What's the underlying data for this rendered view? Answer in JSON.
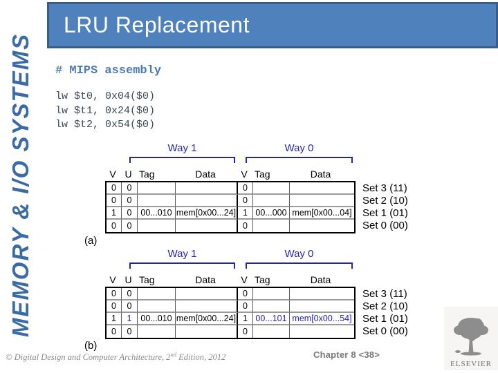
{
  "sidebar": {
    "vertical_text": "MEMORY & I/O SYSTEMS"
  },
  "header": {
    "title": "LRU Replacement"
  },
  "code": {
    "comment": "# MIPS assembly",
    "lines": [
      "lw $t0, 0x04($0)",
      "lw $t1, 0x24($0)",
      "lw $t2, 0x54($0)"
    ]
  },
  "diagrams": [
    {
      "label": "(a)",
      "way_labels": [
        "Way 1",
        "Way 0"
      ],
      "column_headers": [
        "V",
        "U",
        "Tag",
        "Data",
        "V",
        "Tag",
        "Data"
      ],
      "rows": [
        {
          "set_label": "Set 3 (11)",
          "cells": [
            "0",
            "0",
            "",
            "",
            "0",
            "",
            ""
          ]
        },
        {
          "set_label": "Set 2 (10)",
          "cells": [
            "0",
            "0",
            "",
            "",
            "0",
            "",
            ""
          ]
        },
        {
          "set_label": "Set 1 (01)",
          "cells": [
            "1",
            "0",
            "00...010",
            "mem[0x00...24]",
            "1",
            "00...000",
            "mem[0x00...04]"
          ]
        },
        {
          "set_label": "Set 0 (00)",
          "cells": [
            "0",
            "0",
            "",
            "",
            "0",
            "",
            ""
          ]
        }
      ],
      "highlight_cells": []
    },
    {
      "label": "(b)",
      "way_labels": [
        "Way 1",
        "Way 0"
      ],
      "column_headers": [
        "V",
        "U",
        "Tag",
        "Data",
        "V",
        "Tag",
        "Data"
      ],
      "rows": [
        {
          "set_label": "Set 3 (11)",
          "cells": [
            "0",
            "0",
            "",
            "",
            "0",
            "",
            ""
          ]
        },
        {
          "set_label": "Set 2 (10)",
          "cells": [
            "0",
            "0",
            "",
            "",
            "0",
            "",
            ""
          ]
        },
        {
          "set_label": "Set 1 (01)",
          "cells": [
            "1",
            "1",
            "00...010",
            "mem[0x00...24]",
            "1",
            "00...101",
            "mem[0x00...54]"
          ]
        },
        {
          "set_label": "Set 0 (00)",
          "cells": [
            "0",
            "0",
            "",
            "",
            "0",
            "",
            ""
          ]
        }
      ],
      "highlight_cells": [
        [
          2,
          1
        ],
        [
          2,
          5
        ],
        [
          2,
          6
        ]
      ]
    }
  ],
  "footer": {
    "copyright_prefix": "© Digital Design and Computer Architecture, 2",
    "copyright_sup": "nd",
    "copyright_suffix": " Edition, 2012",
    "chapter": "Chapter 8 <38>",
    "logo_text": "ELSEVIER"
  },
  "colors": {
    "title_bar_fill": "#4f81bd",
    "title_bar_border": "#385d8a",
    "sidebar_text_blue": "#3a6ba5",
    "code_comment_blue": "#4d7ab0",
    "code_text": "#3d4b55",
    "diagram_navy": "#2525a8",
    "footer_gray": "#8a8a8a"
  }
}
